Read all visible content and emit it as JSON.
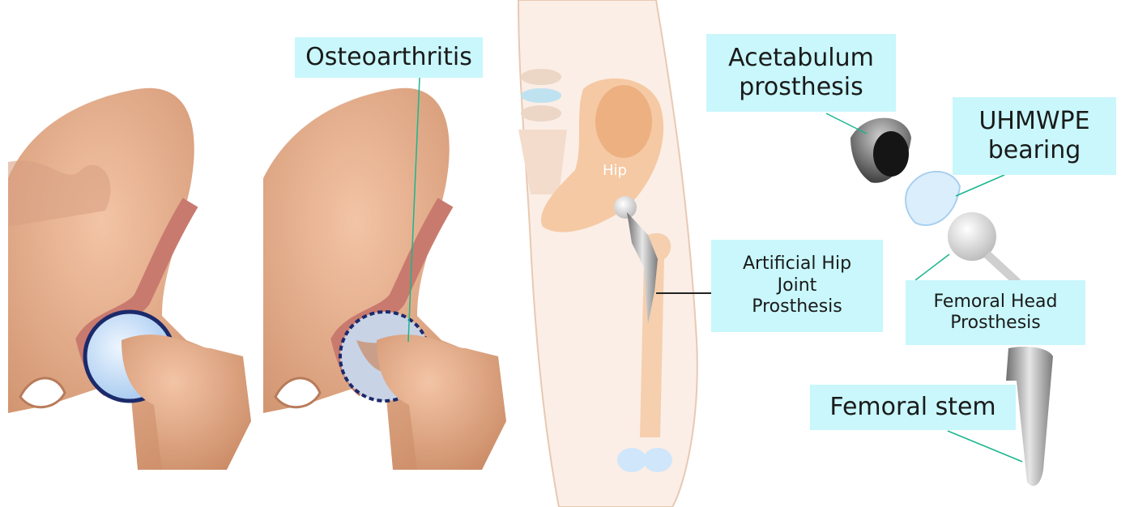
{
  "labels": {
    "osteoarthritis": "Osteoarthritis",
    "acetabulum": "Acetabulum\nprosthesis",
    "uhmwpe": "UHMWPE\nbearing",
    "artificial_hip": "Artificial Hip\nJoint\nProsthesis",
    "femoral_head": "Femoral Head\nProsthesis",
    "femoral_stem": "Femoral stem",
    "hip": "Hip"
  },
  "colors": {
    "label_bg": "#c9f7fb",
    "leader_line": "#19b68e",
    "bone": "#e3a987",
    "cartilage": "#bcd9f3",
    "metal": "#9a9a9a"
  }
}
